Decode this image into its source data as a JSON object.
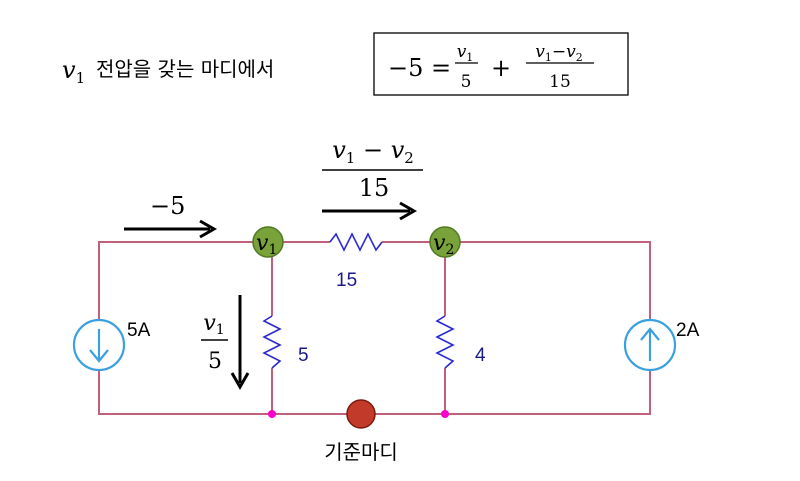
{
  "header": {
    "prefix_var": "v",
    "prefix_sub": "1",
    "prefix_text": " 전압을 갖는 마디에서",
    "equation": {
      "lhs": "−5 =",
      "frac1_num": "v",
      "frac1_num_sub": "1",
      "frac1_den": "5",
      "plus": "+",
      "frac2_num_a": "v",
      "frac2_num_a_sub": "1",
      "frac2_num_minus": "−",
      "frac2_num_b": "v",
      "frac2_num_b_sub": "2",
      "frac2_den": "15"
    }
  },
  "circuit": {
    "top_current_label": "−5",
    "branch_current": {
      "num_a": "v",
      "num_a_sub": "1",
      "minus": " − ",
      "num_b": "v",
      "num_b_sub": "2",
      "den": "15"
    },
    "down_current": {
      "num": "v",
      "num_sub": "1",
      "den": "5"
    },
    "node1": {
      "var": "v",
      "sub": "1"
    },
    "node2": {
      "var": "v",
      "sub": "2"
    },
    "r_series_label": "15",
    "r_left_label": "5",
    "r_right_label": "4",
    "source_left_label": "5A",
    "source_right_label": "2A",
    "reference_label": "기준마디"
  },
  "colors": {
    "wire": "#c0607a",
    "resistor": "#2a2ad0",
    "source": "#3aa0e0",
    "node": "#7aa23a",
    "reference_node": "#c23a2a",
    "junction": "#ff00cc"
  }
}
